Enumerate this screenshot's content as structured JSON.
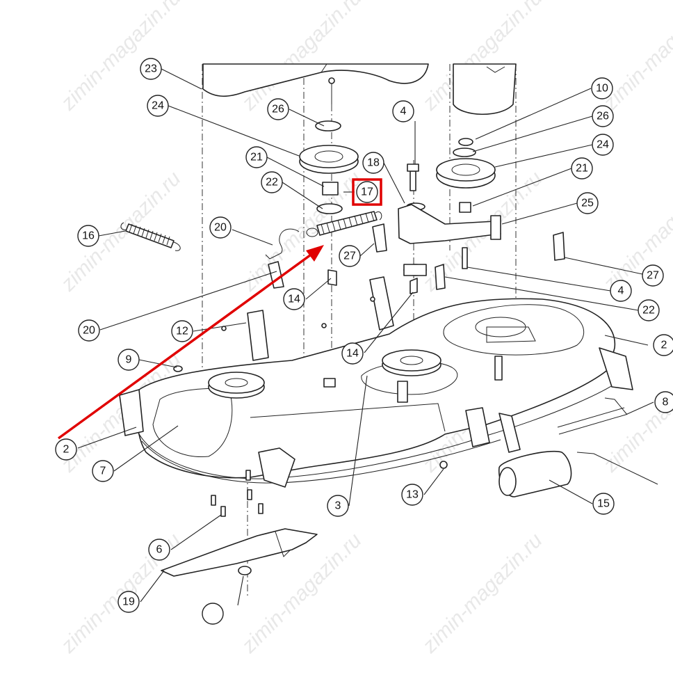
{
  "diagram": {
    "highlight_color": "#e00000",
    "line_color": "#222222",
    "watermark_text": "zimin-magazin.ru",
    "highlighted_callout": "17",
    "callouts": [
      {
        "id": "c23",
        "label": "23"
      },
      {
        "id": "c24a",
        "label": "24"
      },
      {
        "id": "c26a",
        "label": "26"
      },
      {
        "id": "c21a",
        "label": "21"
      },
      {
        "id": "c22a",
        "label": "22"
      },
      {
        "id": "c17",
        "label": "17"
      },
      {
        "id": "c18",
        "label": "18"
      },
      {
        "id": "c4a",
        "label": "4"
      },
      {
        "id": "c10",
        "label": "10"
      },
      {
        "id": "c26b",
        "label": "26"
      },
      {
        "id": "c24b",
        "label": "24"
      },
      {
        "id": "c21b",
        "label": "21"
      },
      {
        "id": "c25",
        "label": "25"
      },
      {
        "id": "c16",
        "label": "16"
      },
      {
        "id": "c20a",
        "label": "20"
      },
      {
        "id": "c27a",
        "label": "27"
      },
      {
        "id": "c27b",
        "label": "27"
      },
      {
        "id": "c4b",
        "label": "4"
      },
      {
        "id": "c14a",
        "label": "14"
      },
      {
        "id": "c22b",
        "label": "22"
      },
      {
        "id": "c20b",
        "label": "20"
      },
      {
        "id": "c12",
        "label": "12"
      },
      {
        "id": "c14b",
        "label": "14"
      },
      {
        "id": "c2a",
        "label": "2"
      },
      {
        "id": "c9",
        "label": "9"
      },
      {
        "id": "c8",
        "label": "8"
      },
      {
        "id": "c2b",
        "label": "2"
      },
      {
        "id": "c7",
        "label": "7"
      },
      {
        "id": "c13",
        "label": "13"
      },
      {
        "id": "c3",
        "label": "3"
      },
      {
        "id": "c15",
        "label": "15"
      },
      {
        "id": "c6",
        "label": "6"
      },
      {
        "id": "c19",
        "label": "19"
      }
    ]
  }
}
